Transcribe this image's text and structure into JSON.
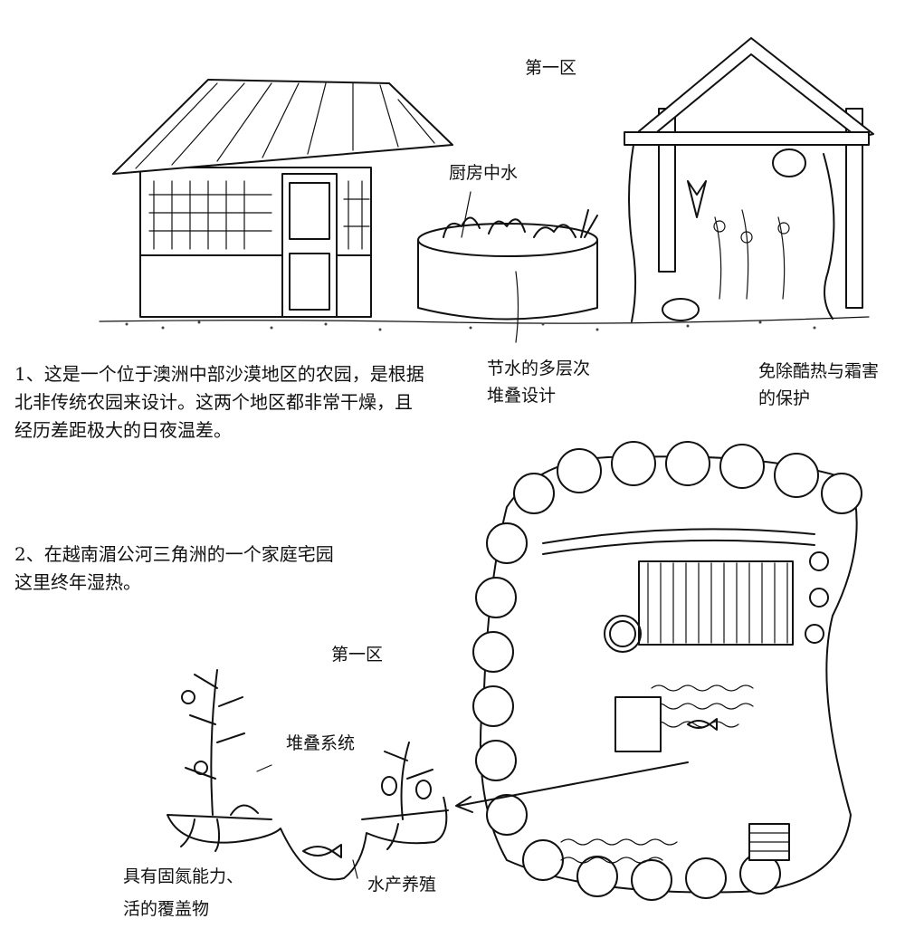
{
  "scene1": {
    "zone_label": "第一区",
    "labels": {
      "kitchen_water": "厨房中水",
      "stacking_line1": "节水的多层次",
      "stacking_line2": "堆叠设计",
      "protection_line1": "免除酷热与霜害",
      "protection_line2": "的保护"
    },
    "caption": {
      "line1": "1、这是一个位于澳洲中部沙漠地区的农园，是根据",
      "line2": "北非传统农园来设计。这两个地区都非常干燥，且",
      "line3": "经历差距极大的日夜温差。"
    }
  },
  "scene2": {
    "caption": {
      "line1": "2、在越南湄公河三角洲的一个家庭宅园",
      "line2": "这里终年湿热。"
    },
    "zone_label": "第一区",
    "labels": {
      "stacking_system": "堆叠系统",
      "nitrogen_line1": "具有固氮能力、",
      "nitrogen_line2": "活的覆盖物",
      "aquaculture": "水产养殖"
    }
  }
}
